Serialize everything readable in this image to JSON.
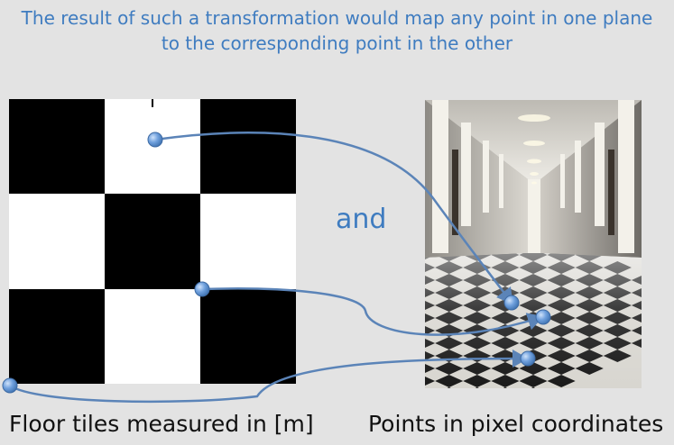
{
  "title": {
    "line1": "The result of such a transformation would map any point in one plane",
    "line2": "to the corresponding point in the other"
  },
  "middle_label": "and",
  "captions": {
    "left": "Floor tiles measured in [m]",
    "right": "Points in pixel coordinates"
  },
  "colors": {
    "accent": "#3f7cc0",
    "tile_dark": "#000000",
    "tile_light": "#ffffff",
    "background": "#e3e3e3",
    "connector": "#5b84b8",
    "point": "#6fa0dd"
  },
  "checkerboard": {
    "rows": [
      [
        "black",
        "white",
        "black"
      ],
      [
        "white",
        "black",
        "white"
      ],
      [
        "black",
        "white",
        "black"
      ]
    ]
  },
  "photo_subject": "hallway with checkered marble floor",
  "point_pairs": 3
}
